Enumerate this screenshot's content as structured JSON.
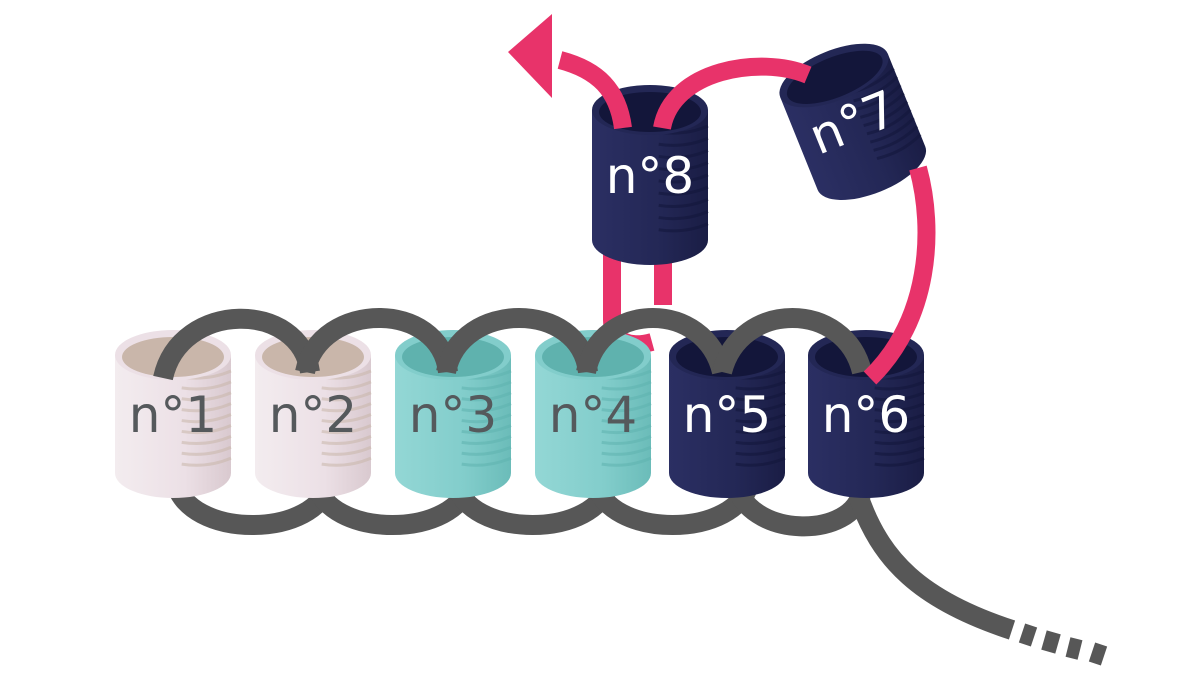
{
  "colors": {
    "background": "#ffffff",
    "linker_gray": "#575757",
    "linker_pink": "#e8336a",
    "light_helix": "#ece0e6",
    "light_helix_shade": "#c9b6aa",
    "teal_helix": "#82cdcb",
    "teal_helix_shade": "#5fb2ae",
    "navy_helix": "#232755",
    "navy_helix_shade": "#13163a",
    "label_dark": "#55595c",
    "label_light": "#ffffff"
  },
  "helices": [
    {
      "id": "h1",
      "label": "n°1",
      "color": "light"
    },
    {
      "id": "h2",
      "label": "n°2",
      "color": "light"
    },
    {
      "id": "h3",
      "label": "n°3",
      "color": "teal"
    },
    {
      "id": "h4",
      "label": "n°4",
      "color": "teal"
    },
    {
      "id": "h5",
      "label": "n°5",
      "color": "navy"
    },
    {
      "id": "h6",
      "label": "n°6",
      "color": "navy"
    },
    {
      "id": "h7",
      "label": "n°7",
      "color": "navy"
    },
    {
      "id": "h8",
      "label": "n°8",
      "color": "navy"
    }
  ]
}
